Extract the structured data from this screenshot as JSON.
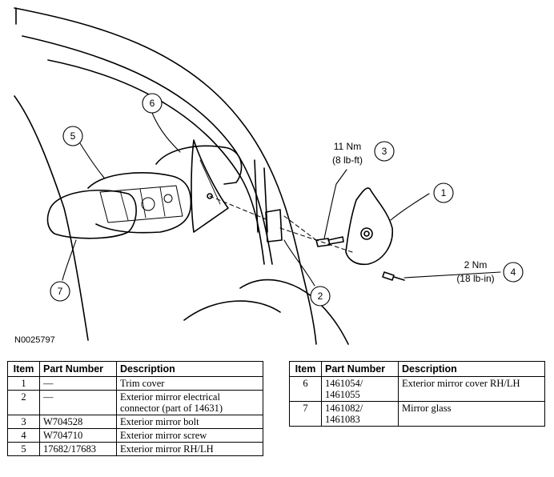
{
  "diagram": {
    "figure_id": "N0025797",
    "callouts": [
      {
        "num": "1"
      },
      {
        "num": "2"
      },
      {
        "num": "3",
        "line1": "11 Nm",
        "line2": "(8 lb-ft)"
      },
      {
        "num": "4",
        "line1": "2 Nm",
        "line2": "(18 lb-in)"
      },
      {
        "num": "5"
      },
      {
        "num": "6"
      },
      {
        "num": "7"
      }
    ]
  },
  "tables": {
    "headers": {
      "item": "Item",
      "part": "Part Number",
      "desc": "Description"
    },
    "left": [
      {
        "item": "1",
        "part": "—",
        "desc": "Trim cover"
      },
      {
        "item": "2",
        "part": "—",
        "desc": "Exterior mirror electrical connector (part of 14631)"
      },
      {
        "item": "3",
        "part": "W704528",
        "desc": "Exterior mirror bolt"
      },
      {
        "item": "4",
        "part": "W704710",
        "desc": "Exterior mirror screw"
      },
      {
        "item": "5",
        "part": "17682/17683",
        "desc": "Exterior mirror RH/LH"
      }
    ],
    "right": [
      {
        "item": "6",
        "part": "1461054/ 1461055",
        "desc": "Exterior mirror cover RH/LH"
      },
      {
        "item": "7",
        "part": "1461082/ 1461083",
        "desc": "Mirror glass"
      }
    ]
  }
}
